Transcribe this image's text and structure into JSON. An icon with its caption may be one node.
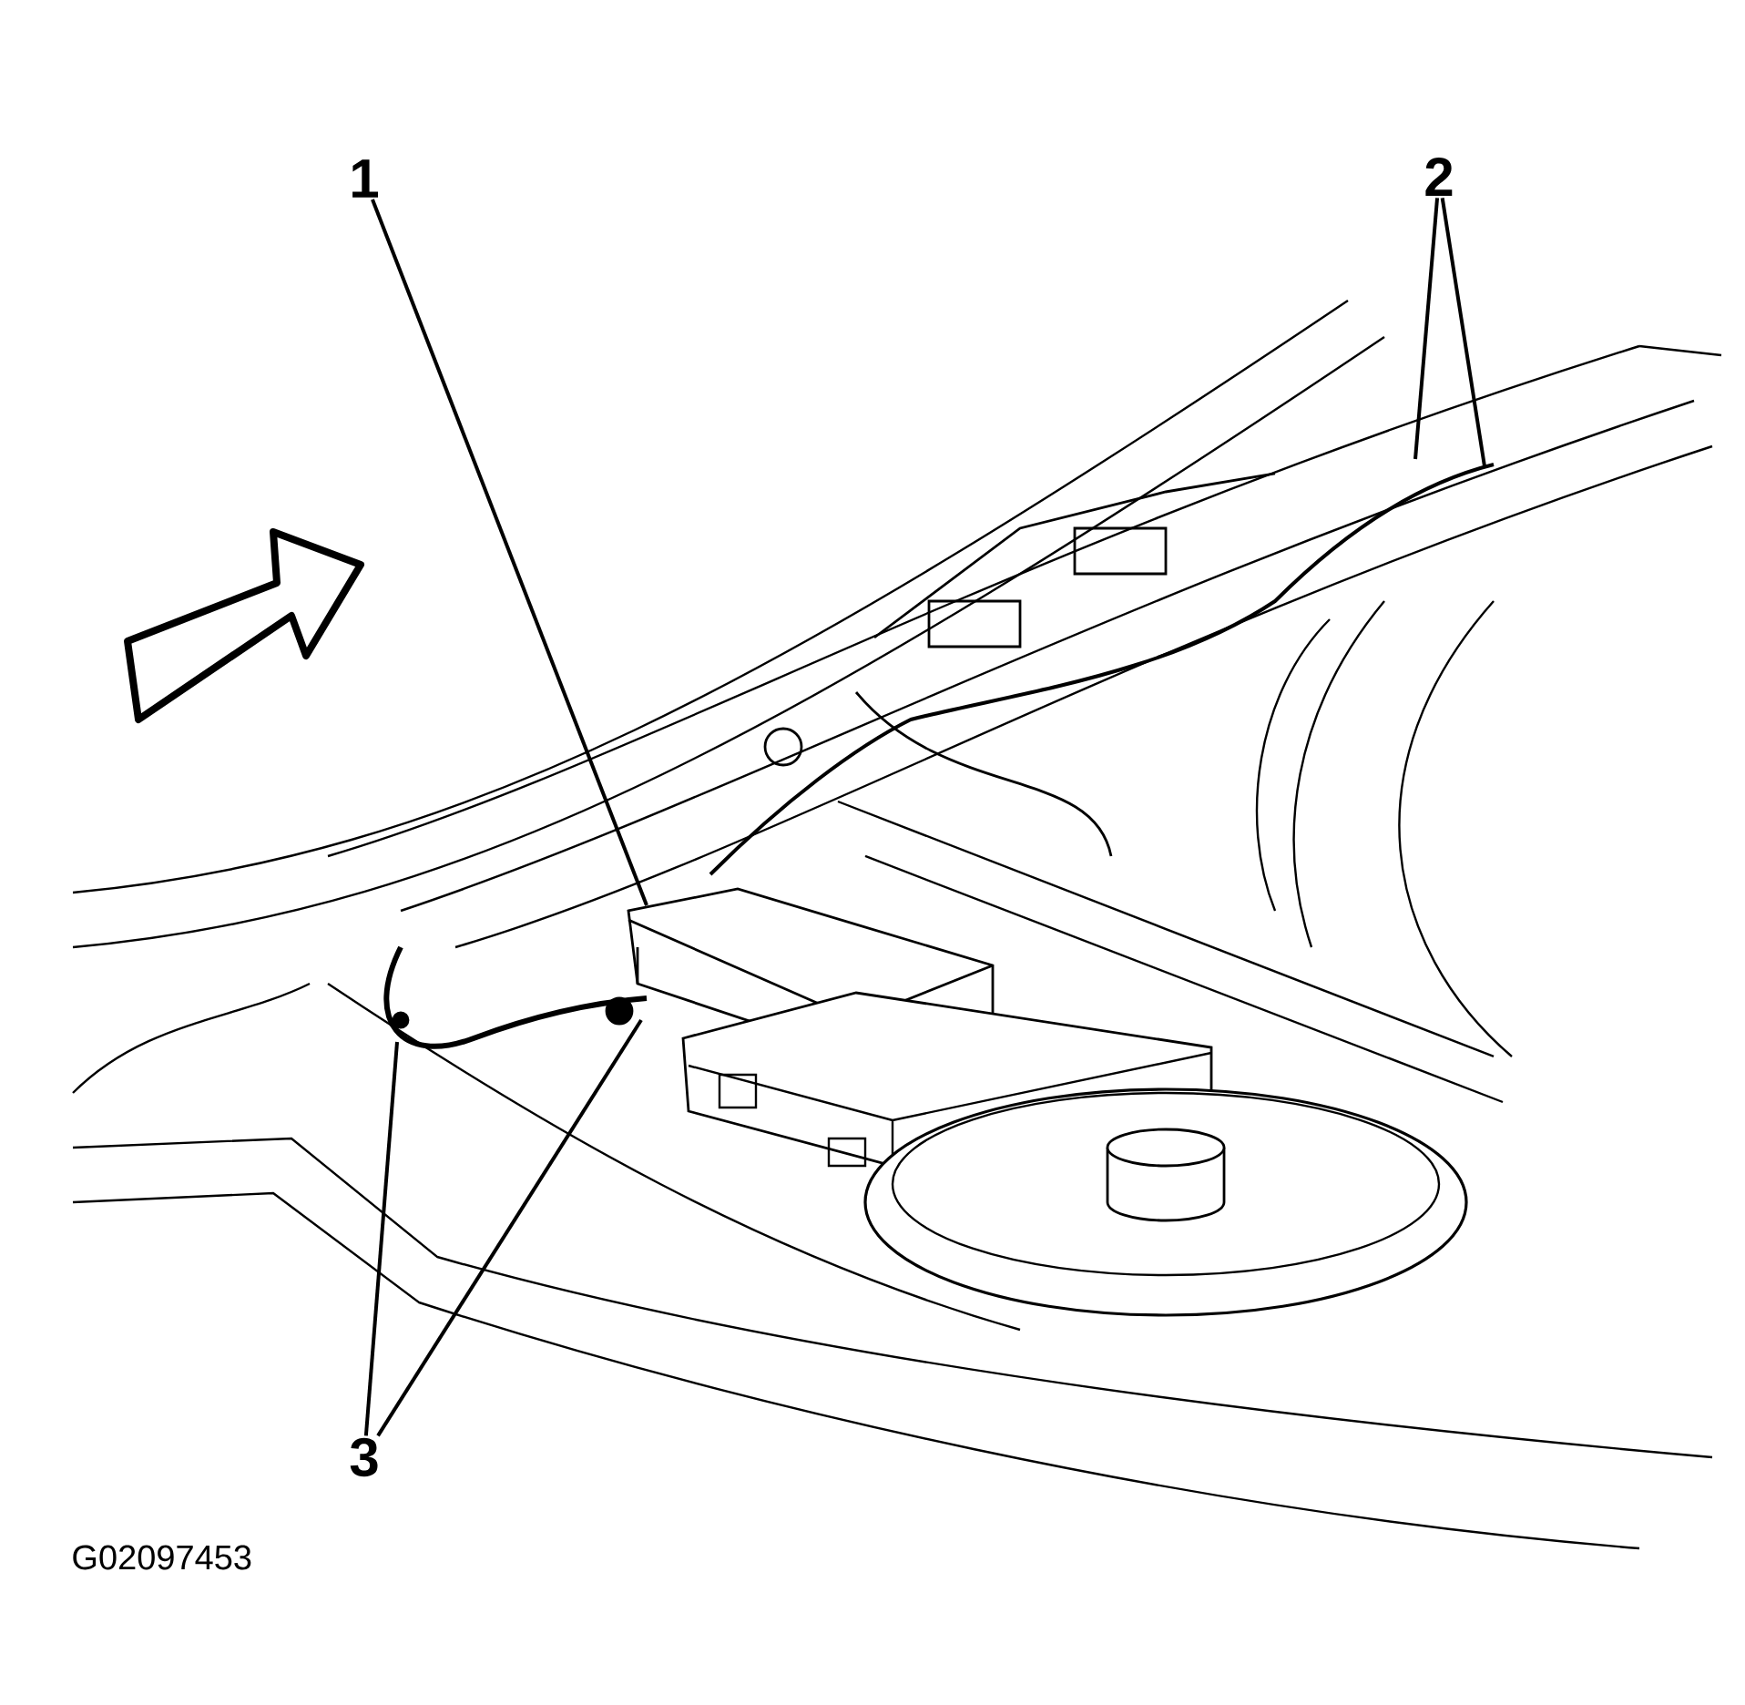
{
  "diagram": {
    "nodes": [
      {
        "text": [
          "1"
        ]
      },
      {
        "text": [
          "2"
        ]
      },
      {
        "text": [
          "3"
        ]
      }
    ],
    "edges": [
      {
        "from": 0,
        "to": null,
        "arrow": "none"
      },
      {
        "from": 1,
        "to": null,
        "arrow": "none"
      },
      {
        "from": 1,
        "to": null,
        "arrow": "none"
      },
      {
        "from": 2,
        "to": null,
        "arrow": "none"
      },
      {
        "from": 2,
        "to": null,
        "arrow": "none"
      }
    ],
    "labels": [
      "G02097453"
    ]
  }
}
